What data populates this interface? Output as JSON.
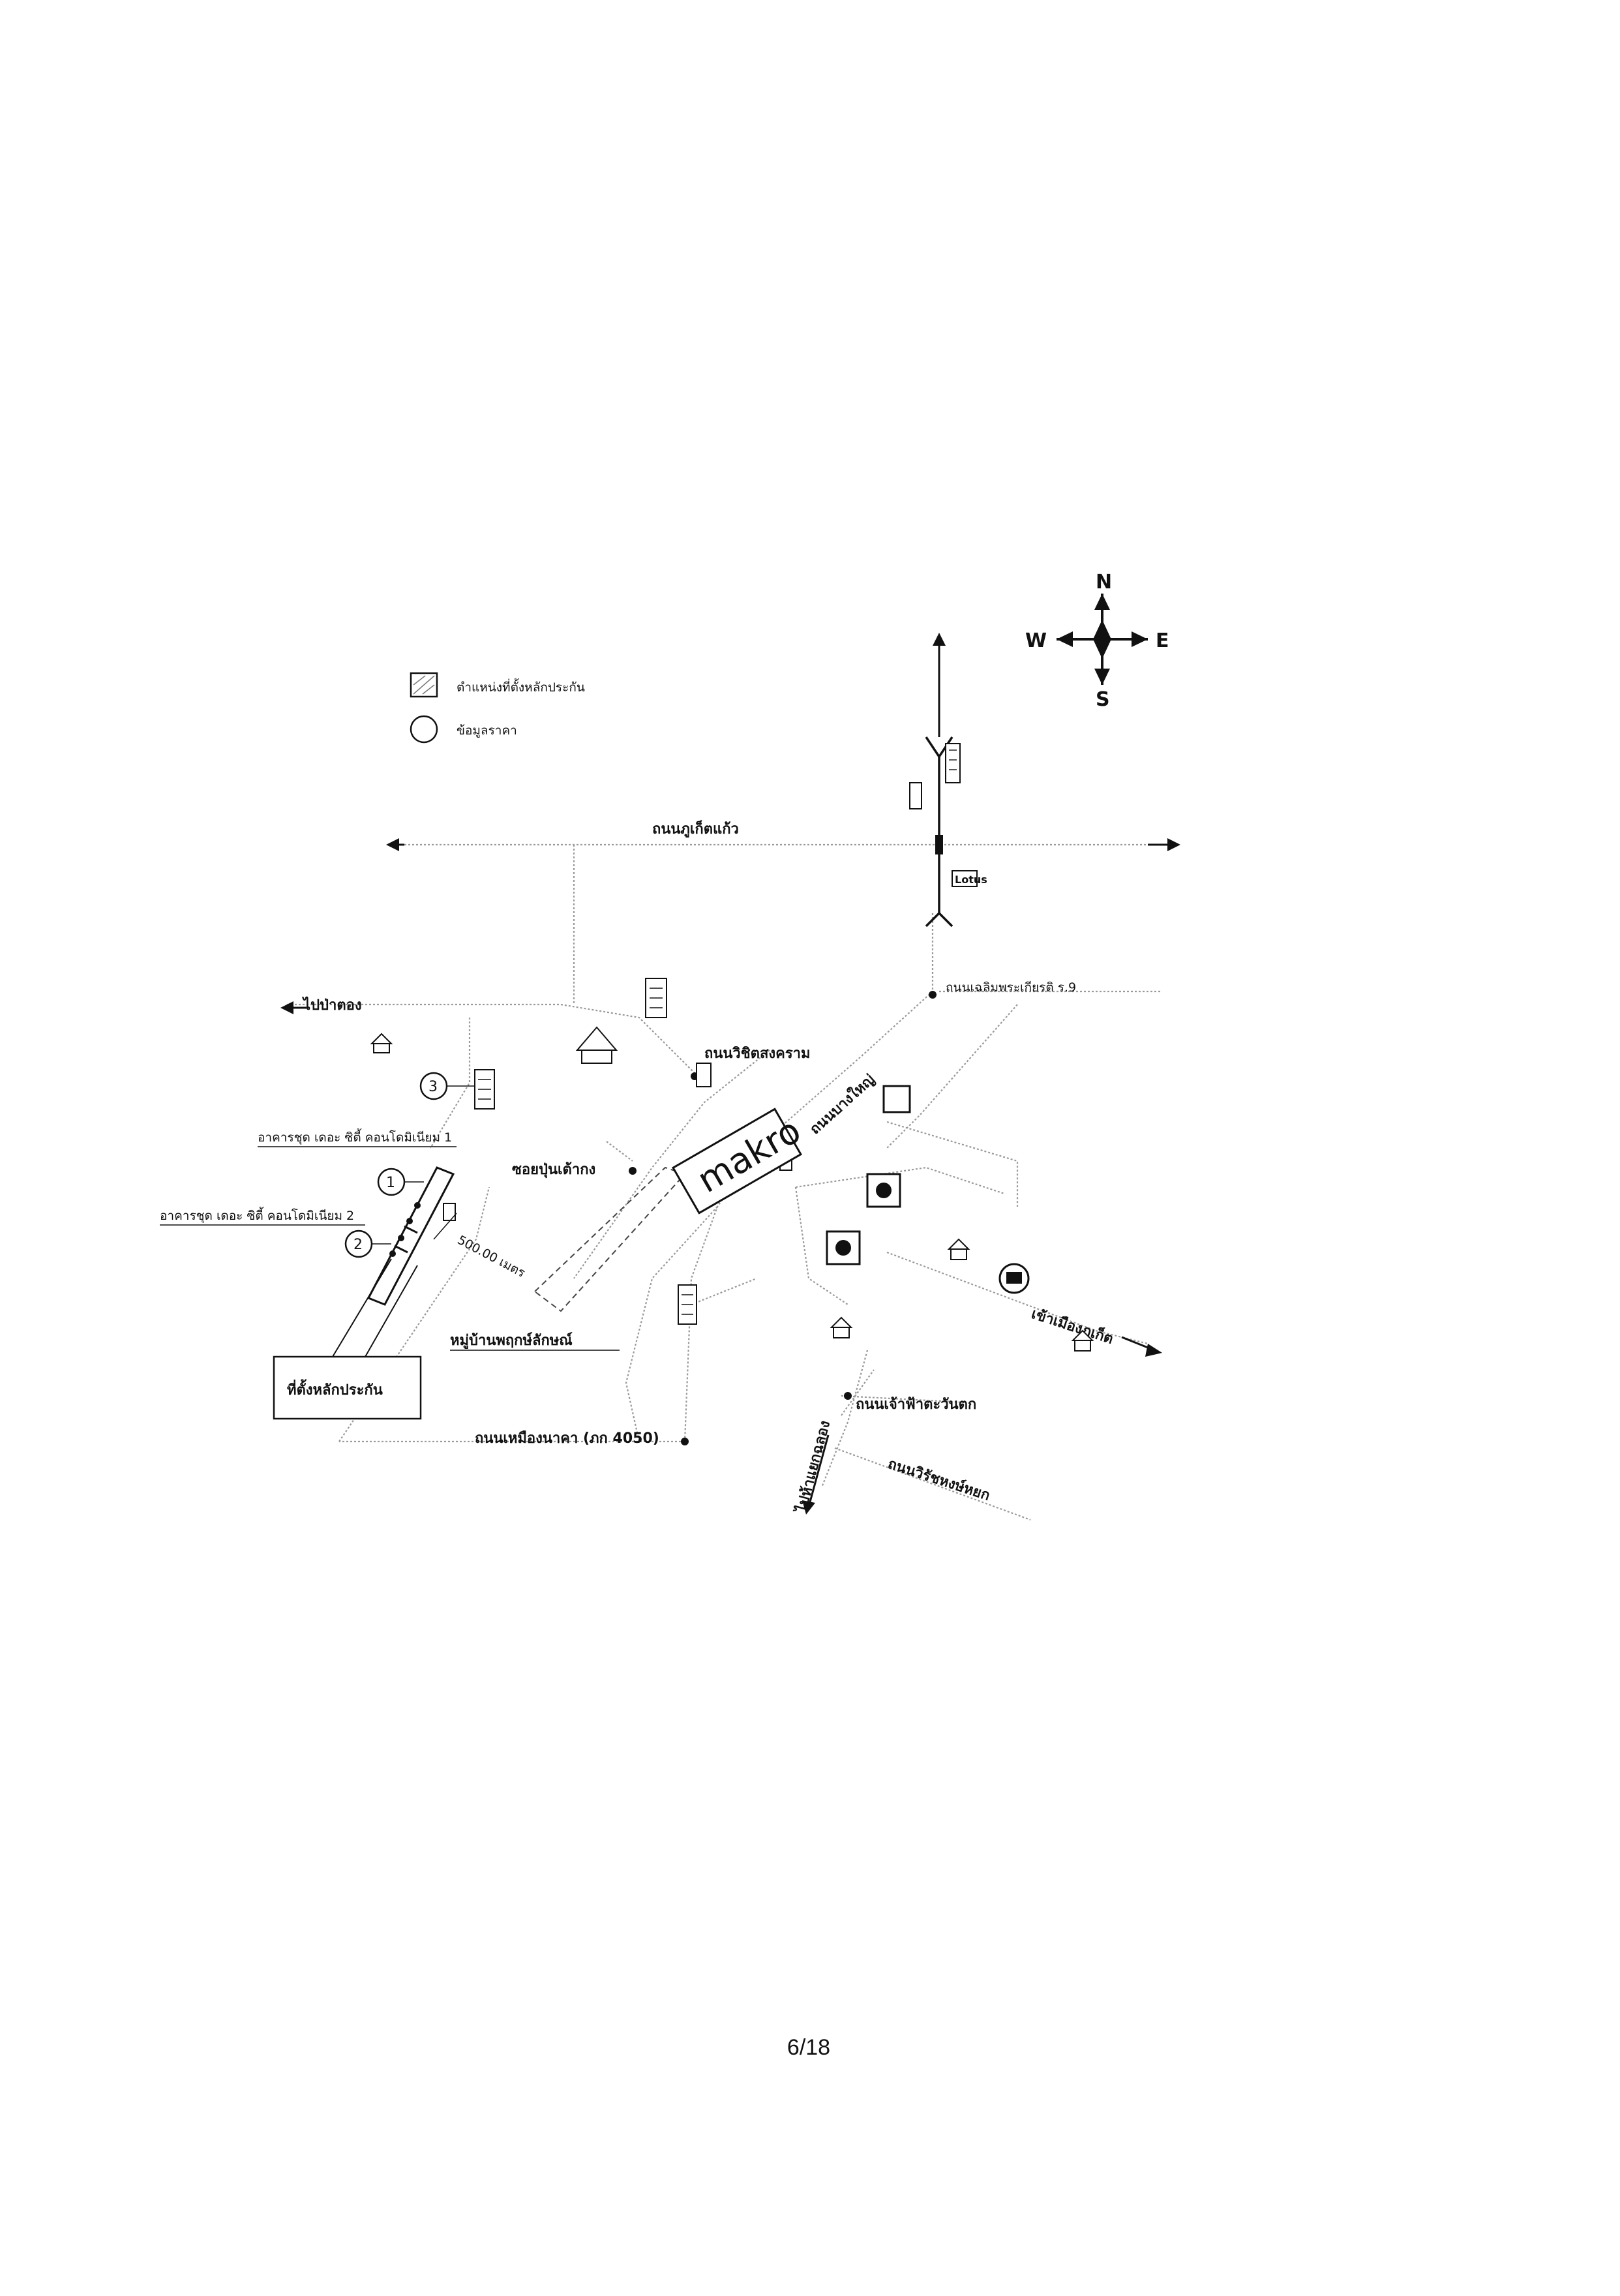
{
  "compass": {
    "north": "N",
    "south": "S",
    "east": "E",
    "west": "W"
  },
  "legend": {
    "collateral": "ตำแหน่งที่ตั้งหลักประกัน",
    "price_info": "ข้อมูลราคา"
  },
  "roads": {
    "phuket_kaeo": "ถนนภูเก็ตแก้ว",
    "chaloem_phrakiat": "ถนนเฉลิมพระเกียรติ ร.9",
    "wichit_songkhram": "ถนนวิชิตสงคราม",
    "bang_yai": "ถนนบางใหญ่",
    "soi_pun_tao_kong": "ซอยปุ่นเต้ากง",
    "mueang_nakha": "ถนนเหมืองนาคา (ภก 4050)",
    "chao_fa_tawan_tok": "ถนนเจ้าฟ้าตะวันตก",
    "wirat_hong_yok": "ถนนวิรัชหงษ์หยก"
  },
  "directions": {
    "to_mueang_phuket": "เข้าเมืองภูเก็ต",
    "to_chalong": "ไปห้าแยกฉลอง",
    "to_patong": "ไปป่าตอง"
  },
  "places": {
    "makro": "makro",
    "collateral_box": "ที่ตั้งหลักประกัน",
    "condo_1": "อาคารชุด เดอะ ซิตี้ คอนโดมิเนียม 1",
    "condo_2": "อาคารชุด เดอะ ซิตี้ คอนโดมิเนียม 2",
    "distance": "500.00 เมตร",
    "village": "หมู่บ้านพฤกษ์ลักษณ์",
    "lotus": "Lotus"
  },
  "price_markers": [
    "1",
    "2",
    "3"
  ],
  "page_number": "6/18",
  "colors": {
    "ink": "#111111",
    "faint_road": "#9a9a9a",
    "paper": "#ffffff"
  },
  "icons": [
    "compass-rose-icon",
    "building-icon",
    "temple-icon",
    "school-icon",
    "circle-logo-icon",
    "direction-arrow-icon"
  ]
}
